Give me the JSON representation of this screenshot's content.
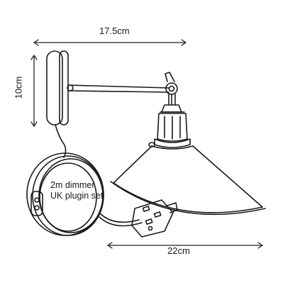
{
  "dimensions": {
    "width_top": "17.5cm",
    "height_left": "10cm",
    "width_bottom": "22cm"
  },
  "cable_note": {
    "line1": "2m dimmer",
    "line2": "UK plugin set"
  },
  "colors": {
    "line": "#1a1a1a",
    "dimension_line": "#222222",
    "background": "#ffffff"
  }
}
